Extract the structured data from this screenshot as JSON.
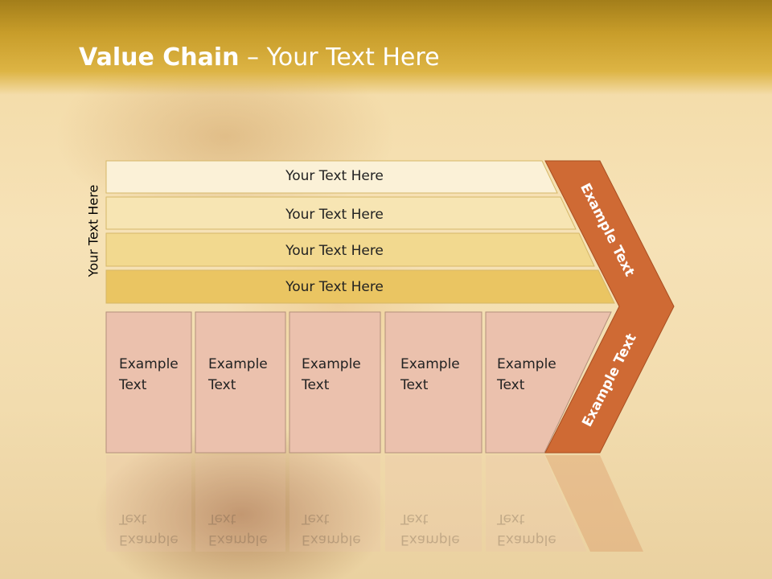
{
  "title": {
    "bold": "Value Chain",
    "rest": " – Your Text Here"
  },
  "side_label": "Your Text Here",
  "support_bars": [
    "Your Text Here",
    "Your Text Here",
    "Your Text Here",
    "Your Text Here"
  ],
  "primary_boxes": [
    {
      "line1": "Example",
      "line2": "Text"
    },
    {
      "line1": "Example",
      "line2": "Text"
    },
    {
      "line1": "Example",
      "line2": "Text"
    },
    {
      "line1": "Example",
      "line2": "Text"
    },
    {
      "line1": "Example",
      "line2": "Text"
    }
  ],
  "margin_labels": [
    "Example Text",
    "Example Text"
  ],
  "colors": {
    "bar_fills": [
      "#fbf1d7",
      "#f7e5b3",
      "#f2d98f",
      "#eac562"
    ],
    "box_fill": "#ebc1ad",
    "chevron_fill": "#cf6a34"
  }
}
